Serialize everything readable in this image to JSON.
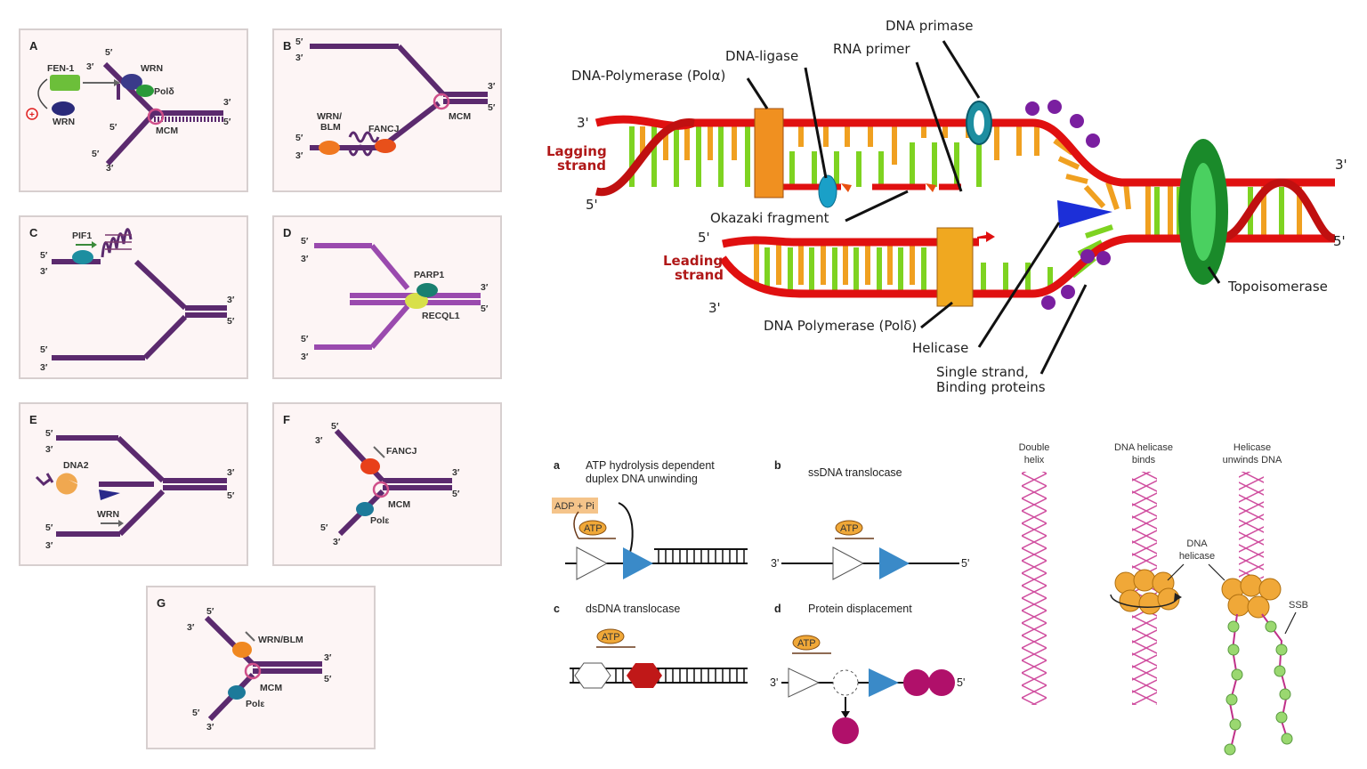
{
  "panels": {
    "A": {
      "label": "A",
      "fen1": "FEN-1",
      "wrn_top": "WRN",
      "wrn_bottom": "WRN",
      "pold": "Polδ",
      "mcm": "MCM",
      "p5a": "5′",
      "p3a": "3′",
      "p3b": "3′",
      "p5b": "5′",
      "p5c": "5′",
      "p5d": "5′",
      "p3c": "3′"
    },
    "B": {
      "label": "B",
      "wrnblm": "WRN/\nBLM",
      "wrnblm1": "WRN/",
      "wrnblm2": "BLM",
      "fancj": "FANCJ",
      "mcm": "MCM",
      "p5a": "5′",
      "p3a": "3′",
      "p3b": "3′",
      "p5b": "5′",
      "p5c": "5′",
      "p3c": "3′"
    },
    "C": {
      "label": "C",
      "pif1": "PIF1",
      "p5a": "5′",
      "p3a": "3′",
      "p3b": "3′",
      "p5b": "5′",
      "p5c": "5′",
      "p3c": "3′"
    },
    "D": {
      "label": "D",
      "parp1": "PARP1",
      "recql1": "RECQL1",
      "p5a": "5′",
      "p3a": "3′",
      "p3b": "3′",
      "p5b": "5′",
      "p5c": "5′",
      "p3c": "3′"
    },
    "E": {
      "label": "E",
      "dna2": "DNA2",
      "wrn": "WRN",
      "p5a": "5′",
      "p3a": "3′",
      "p3b": "3′",
      "p5b": "5′",
      "p5c": "5′",
      "p3c": "3′"
    },
    "F": {
      "label": "F",
      "fancj": "FANCJ",
      "mcm": "MCM",
      "pole": "Polε",
      "p5a": "5′",
      "p3a": "3′",
      "p3b": "3′",
      "p5b": "5′",
      "p5c": "5′",
      "p3c": "3′"
    },
    "G": {
      "label": "G",
      "wrnblm": "WRN/BLM",
      "mcm": "MCM",
      "pole": "Polε",
      "p5a": "5′",
      "p3a": "3′",
      "p3b": "3′",
      "p5b": "5′",
      "p5c": "5′",
      "p3c": "3′"
    }
  },
  "replication": {
    "dna_primase": "DNA primase",
    "dna_ligase": "DNA-ligase",
    "rna_primer": "RNA primer",
    "pol_alpha": "DNA-Polymerase (Polα)",
    "lagging1": "Lagging",
    "lagging2": "strand",
    "leading1": "Leading",
    "leading2": "strand",
    "okazaki": "Okazaki fragment",
    "pol_delta": "DNA Polymerase (Polδ)",
    "helicase": "Helicase",
    "ssb1": "Single strand,",
    "ssb2": "Binding proteins",
    "topo": "Topoisomerase",
    "end_3_left": "3'",
    "end_5_left": "5'",
    "end_5_lead": "5'",
    "end_3_lead": "3'",
    "end_3_right": "3'",
    "end_5_right": "5'"
  },
  "mechanisms": {
    "a_letter": "a",
    "a_title1": "ATP hydrolysis dependent",
    "a_title2": "duplex DNA unwinding",
    "adp": "ADP + Pi",
    "atp": "ATP",
    "b_letter": "b",
    "b_title": "ssDNA translocase",
    "c_letter": "c",
    "c_title": "dsDNA translocase",
    "d_letter": "d",
    "d_title": "Protein displacement",
    "p3": "3'",
    "p5": "5'"
  },
  "helicase_panel": {
    "col1a": "Double",
    "col1b": "helix",
    "col2a": "DNA helicase",
    "col2b": "binds",
    "col3a": "Helicase",
    "col3b": "unwinds DNA",
    "dna_helicase1": "DNA",
    "dna_helicase2": "helicase",
    "ssb": "SSB"
  },
  "colors": {
    "dna_purple": "#5b2a6e",
    "panel_bg": "#fdf5f5",
    "red_strand": "#e01010",
    "green_base": "#7ed321",
    "orange_base": "#f0a020",
    "helicase_blue": "#1c2fd8",
    "topo_green": "#1a8a2a",
    "primase_teal": "#1d8ea0",
    "ssb_purple": "#7a1fa0",
    "pink_helix": "#d050a0"
  }
}
